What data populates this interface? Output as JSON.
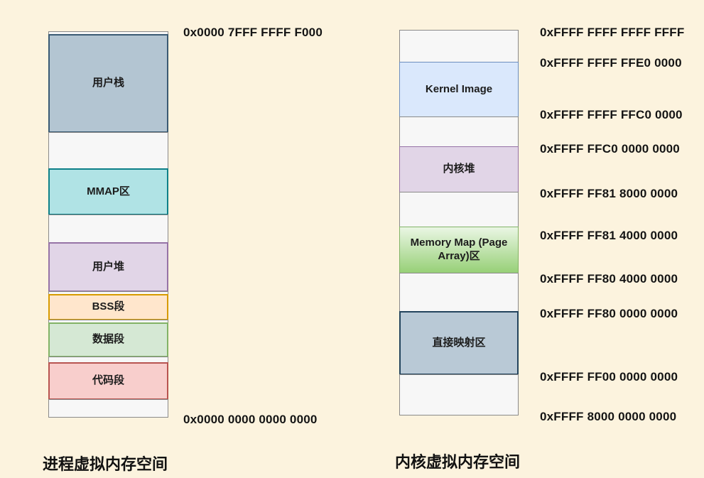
{
  "colors": {
    "background": "#FCF3DE",
    "user_stack_fill": "#B3C5D2",
    "user_stack_border": "#3A5A73",
    "mmap_fill": "#B0E3E5",
    "mmap_border": "#0E8088",
    "heap_fill": "#E1D5E7",
    "heap_border": "#9673A6",
    "bss_fill": "#FFE6CC",
    "bss_border": "#D79B00",
    "data_fill": "#D5E8D4",
    "data_border": "#82B366",
    "code_fill": "#F8CECC",
    "code_border": "#B85450",
    "kernel_image_fill": "#DAE8FC",
    "kernel_image_border": "#6C8EBF",
    "memory_map_fill_top": "#EAF6E4",
    "memory_map_fill_bottom": "#97D077",
    "memory_map_border": "#82B366",
    "direct_map_fill": "#B9C9D6",
    "direct_map_border": "#23445D",
    "empty_fill": "#F7F7F7",
    "empty_border": "#8A8A8A",
    "text": "#141414"
  },
  "process_space": {
    "title": "进程虚拟内存空间",
    "top_address": "0x0000 7FFF FFFF F000",
    "bottom_address": "0x0000 0000 0000 0000",
    "segments": {
      "user_stack": "用户栈",
      "mmap": "MMAP区",
      "user_heap": "用户堆",
      "bss": "BSS段",
      "data": "数据段",
      "code": "代码段"
    }
  },
  "kernel_space": {
    "title": "内核虚拟内存空间",
    "segments": {
      "kernel_image": "Kernel Image",
      "kernel_heap": "内核堆",
      "memory_map": "Memory Map (Page Array)区",
      "direct_map": "直接映射区"
    },
    "addresses": [
      "0xFFFF FFFF FFFF FFFF",
      "0xFFFF FFFF FFE0 0000",
      "0xFFFF FFFF FFC0 0000",
      "0xFFFF FFC0 0000 0000",
      "0xFFFF FF81 8000 0000",
      "0xFFFF FF81 4000 0000",
      "0xFFFF FF80 4000 0000",
      "0xFFFF FF80 0000 0000",
      "0xFFFF FF00 0000 0000",
      "0xFFFF 8000 0000 0000"
    ]
  }
}
